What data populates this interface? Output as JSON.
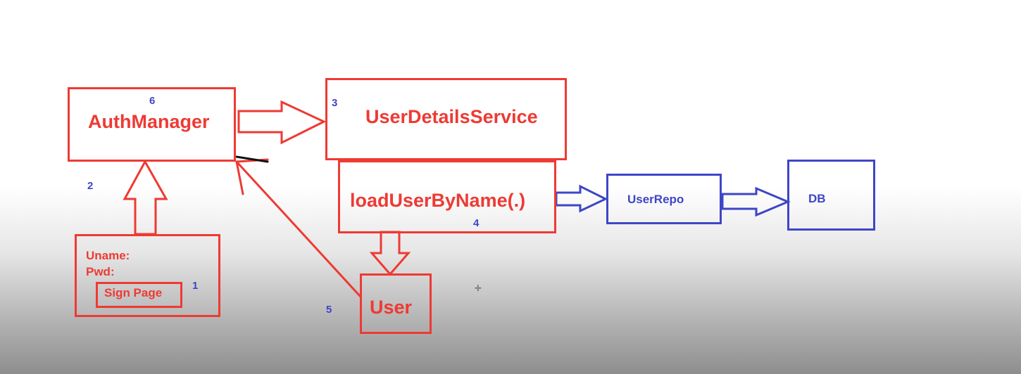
{
  "diagram": {
    "colors": {
      "red": "#ee3a33",
      "blue": "#3e46c6",
      "black": "#111111"
    },
    "nodes": {
      "auth_manager": {
        "label": "AuthManager",
        "step": "6"
      },
      "user_details_service": {
        "label": "UserDetailsService",
        "step": "3"
      },
      "load_user": {
        "label": "loadUserByName(.)",
        "step": "4"
      },
      "user_repo": {
        "label": "UserRepo"
      },
      "db": {
        "label": "DB"
      },
      "user": {
        "label": "User",
        "step": "5"
      },
      "login_form": {
        "uname_label": "Uname:",
        "pwd_label": "Pwd:",
        "sign_button": "Sign Page",
        "step": "1"
      }
    },
    "step_auth_from_form": "2"
  }
}
